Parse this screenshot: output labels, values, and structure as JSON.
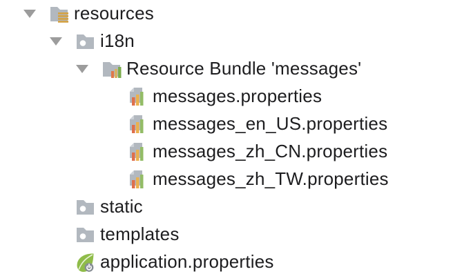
{
  "window": {
    "background": "#ffffff"
  },
  "tree": {
    "items": [
      {
        "label": "resources",
        "level": 0,
        "expanded": true,
        "icon": "resources-folder-icon",
        "type": "folder"
      },
      {
        "label": "i18n",
        "level": 1,
        "expanded": true,
        "icon": "package-folder-icon",
        "type": "folder"
      },
      {
        "label": "Resource Bundle 'messages'",
        "level": 2,
        "expanded": true,
        "icon": "resource-bundle-folder-icon",
        "type": "bundle"
      },
      {
        "label": "messages.properties",
        "level": 3,
        "expanded": false,
        "icon": "properties-file-icon",
        "type": "file"
      },
      {
        "label": "messages_en_US.properties",
        "level": 3,
        "expanded": false,
        "icon": "properties-file-icon",
        "type": "file"
      },
      {
        "label": "messages_zh_CN.properties",
        "level": 3,
        "expanded": false,
        "icon": "properties-file-icon",
        "type": "file"
      },
      {
        "label": "messages_zh_TW.properties",
        "level": 3,
        "expanded": false,
        "icon": "properties-file-icon",
        "type": "file"
      },
      {
        "label": "static",
        "level": 1,
        "expanded": false,
        "icon": "package-folder-icon",
        "type": "folder"
      },
      {
        "label": "templates",
        "level": 1,
        "expanded": false,
        "icon": "package-folder-icon",
        "type": "folder"
      },
      {
        "label": "application.properties",
        "level": 1,
        "expanded": false,
        "icon": "spring-boot-icon",
        "type": "file"
      }
    ],
    "colors": {
      "text": "#1d1d1f",
      "folder_gray": "#b2b8bf",
      "page_fold_gray": "#cdd2d8",
      "expand_arrow_gray": "#9c9c9c",
      "resources_lines_gold": "#d3a348",
      "bar_orange": "#df704c",
      "bar_yellow": "#ebb14e",
      "bar_green": "#93bc66",
      "spring_leaf_green": "#8fbc49",
      "spring_badge_gray": "#878d94"
    }
  }
}
